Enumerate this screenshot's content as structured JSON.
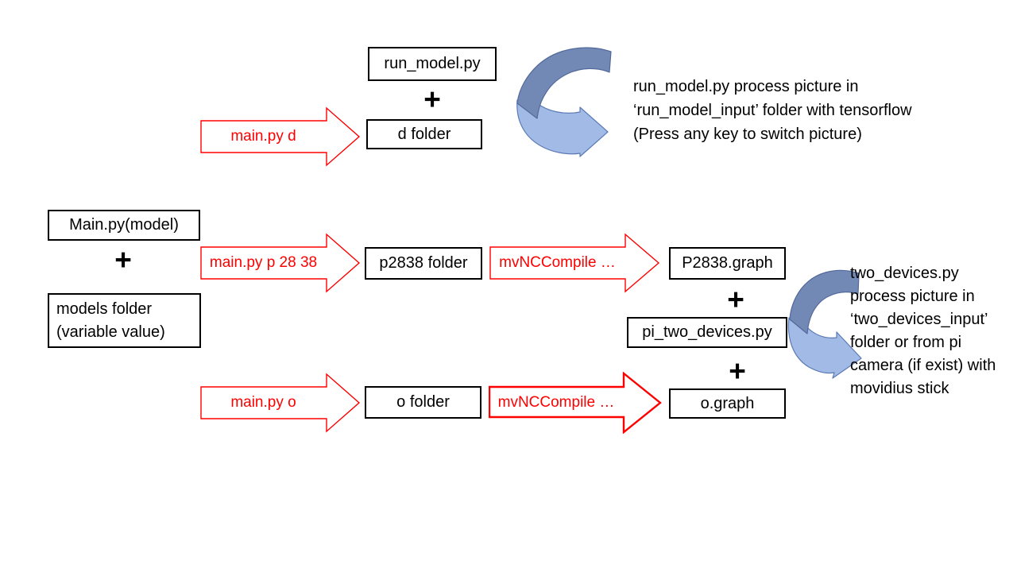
{
  "slide": {
    "background": "#ffffff"
  },
  "colors": {
    "red": "#ff0000",
    "black": "#000000",
    "box_fill": "#ffffff",
    "swoosh_dark": "#7289b5",
    "swoosh_dark_stroke": "#54699b",
    "swoosh_light": "#a2bbe6",
    "swoosh_light_stroke": "#5b79b5"
  },
  "plus": "+",
  "boxes": {
    "run_model": {
      "label": "run_model.py"
    },
    "d_folder": {
      "label": "d folder"
    },
    "main_model": {
      "label": "Main.py(model)"
    },
    "models_folder": {
      "label": "models folder\n(variable value)"
    },
    "p2838_folder": {
      "label": "p2838 folder"
    },
    "p2838_graph": {
      "label": "P2838.graph"
    },
    "pi_two_devices": {
      "label": "pi_two_devices.py"
    },
    "o_folder": {
      "label": "o folder"
    },
    "o_graph": {
      "label": "o.graph"
    }
  },
  "arrows": {
    "main_py_d": {
      "label": "main.py d"
    },
    "main_py_p_28_38": {
      "label": "main.py p 28 38"
    },
    "mvnccompile_top": {
      "label": "mvNCCompile …"
    },
    "main_py_o": {
      "label": "main.py o"
    },
    "mvnccompile_bottom": {
      "label": "mvNCCompile …"
    }
  },
  "notes": {
    "run_model_note": "run_model.py process picture in\n‘run_model_input’ folder with tensorflow\n(Press any key to switch picture)",
    "two_devices_note": "two_devices.py\nprocess picture in\n‘two_devices_input’\nfolder or from pi\ncamera (if exist) with\nmovidius stick"
  }
}
